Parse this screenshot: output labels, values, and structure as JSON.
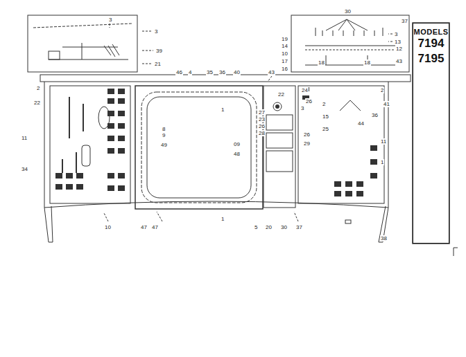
{
  "diagram": {
    "nodes": [
      {
        "text": [
          "MODELS",
          "7194 7195"
        ]
      }
    ],
    "edges": [],
    "labels": [
      "3",
      "3",
      "39",
      "21",
      "46",
      "4",
      "35",
      "36",
      "40",
      "43",
      "30",
      "37",
      "3",
      "19",
      "14",
      "10",
      "17",
      "16",
      "3",
      "13",
      "12",
      "43",
      "18",
      "18",
      "2",
      "22",
      "11",
      "34",
      "10",
      "47",
      "47",
      "1",
      "8",
      "9",
      "49",
      "09",
      "48",
      "1",
      "5",
      "20",
      "30",
      "37",
      "24",
      "22",
      "26",
      "27",
      "23",
      "26",
      "28",
      "3",
      "2",
      "15",
      "25",
      "44",
      "36",
      "26",
      "29",
      "2",
      "41",
      "11",
      "1",
      "38"
    ]
  }
}
